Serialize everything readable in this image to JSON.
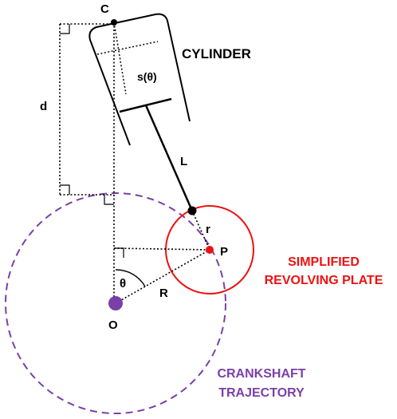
{
  "labels": {
    "point_c": "C",
    "cylinder": "CYLINDER",
    "stroke": "s(θ)",
    "distance_d": "d",
    "rod_length": "L",
    "small_radius": "r",
    "point_p": "P",
    "angle": "θ",
    "crank_radius": "R",
    "point_o": "O",
    "plate_line1": "SIMPLIFIED",
    "plate_line2": "REVOLVING PLATE",
    "trajectory_line1": "CRANKSHAFT",
    "trajectory_line2": "TRAJECTORY"
  },
  "colors": {
    "ink": "#000000",
    "plate": "#ee1111",
    "trajectory": "#7b3fa8"
  }
}
